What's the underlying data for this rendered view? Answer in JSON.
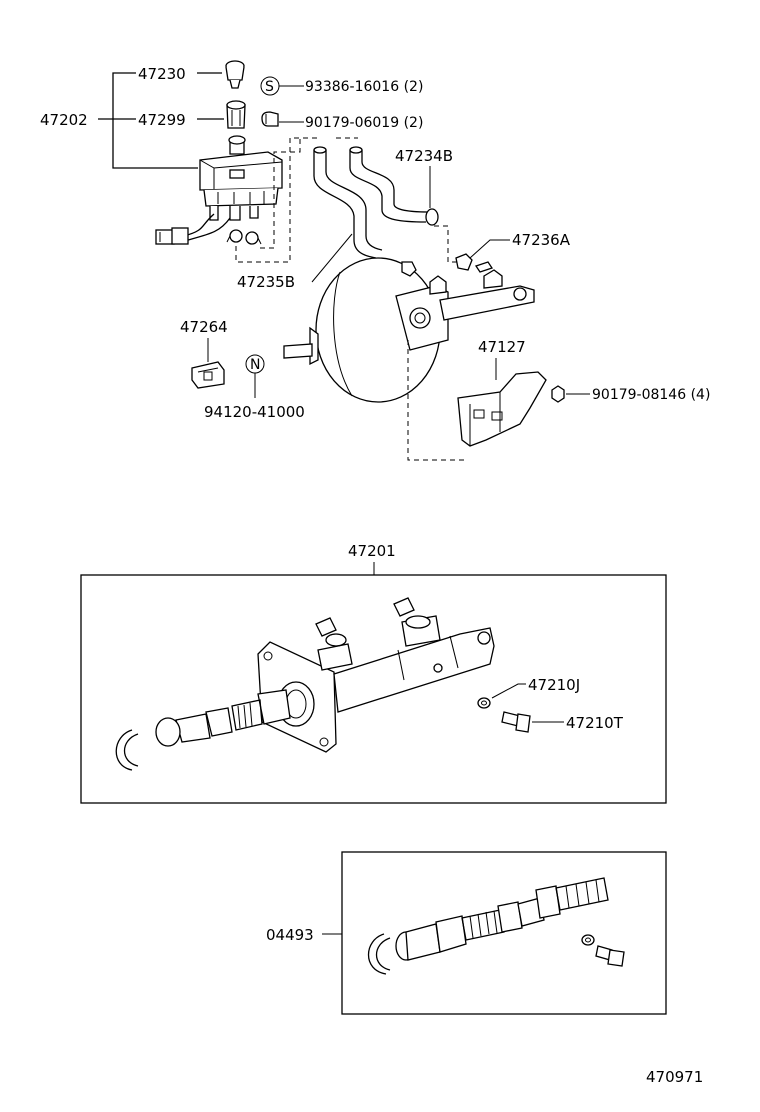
{
  "labels": {
    "p47230": "47230",
    "p47202": "47202",
    "p47299": "47299",
    "p93386": "93386-16016 (2)",
    "p90179a": "90179-06019 (2)",
    "p47234B": "47234B",
    "p47236A": "47236A",
    "p47235B": "47235B",
    "p47264": "47264",
    "p47127": "47127",
    "p90179b": "90179-08146 (4)",
    "p94120": "94120-41000",
    "p47201": "47201",
    "p47210J": "47210J",
    "p47210T": "47210T",
    "p04493": "04493",
    "figure_no": "470971"
  },
  "symbols": {
    "s_mark": "S",
    "n_mark": "N"
  }
}
